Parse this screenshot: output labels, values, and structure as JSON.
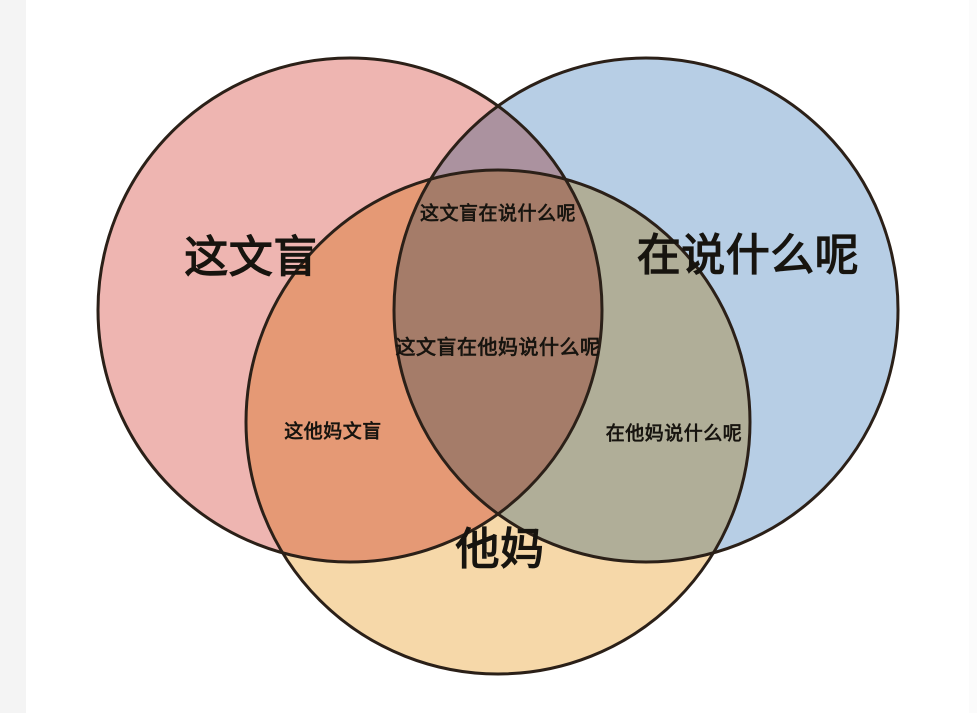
{
  "figure": {
    "type": "venn-diagram",
    "sets": 3,
    "background_color": "#ffffff",
    "outline_color": "#2b2018"
  },
  "chart_data": {
    "type": "venn",
    "title": "",
    "subtitle": "",
    "xlabel": "",
    "ylabel": "",
    "legend_position": "none",
    "grid": false,
    "sets": [
      {
        "id": "left",
        "label": "这文盲",
        "color": "#eeb5b1",
        "center": [
          350,
          310
        ],
        "radius": 252
      },
      {
        "id": "right",
        "label": "在说什么呢",
        "color": "#b7cee5",
        "center": [
          646,
          310
        ],
        "radius": 252
      },
      {
        "id": "bottom",
        "label": "他妈",
        "color": "#f6d8a9",
        "center": [
          498,
          422
        ],
        "radius": 252
      }
    ],
    "intersections": [
      {
        "id": "left-right",
        "sets": [
          "left",
          "right"
        ],
        "label": "这文盲在说什么呢",
        "color": "#b2b0bd",
        "position": [
          498,
          214
        ]
      },
      {
        "id": "left-bottom",
        "sets": [
          "left",
          "bottom"
        ],
        "label": "这他妈文盲",
        "color": "#f0ad83",
        "position": [
          333,
          432
        ]
      },
      {
        "id": "right-bottom",
        "sets": [
          "right",
          "bottom"
        ],
        "label": "在他妈说什么呢",
        "color": "#d3bd9b",
        "position": [
          674,
          434
        ]
      },
      {
        "id": "left-right-bottom",
        "sets": [
          "left",
          "right",
          "bottom"
        ],
        "label": "这文盲在他妈说什么呢",
        "color": "#d0a68c",
        "position": [
          498,
          347
        ]
      }
    ],
    "set_label_positions": {
      "left": [
        251,
        258
      ],
      "right": [
        748,
        256
      ],
      "bottom": [
        500,
        550
      ]
    }
  },
  "labels": {
    "left_set": "这文盲",
    "right_set": "在说什么呢",
    "bottom_set": "他妈",
    "left_right": "这文盲在说什么呢",
    "left_bottom": "这他妈文盲",
    "right_bottom": "在他妈说什么呢",
    "center_all": "这文盲在他妈说什么呢"
  }
}
